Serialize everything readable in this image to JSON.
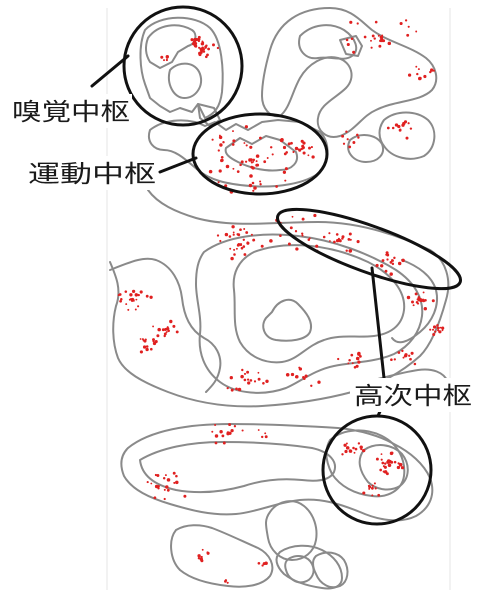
{
  "labels": {
    "olfactory": "嗅覚中枢",
    "motor": "運動中枢",
    "higher": "高次中枢"
  },
  "colors": {
    "dots": "#e02020",
    "outline": "#8a8a8a",
    "ring": "#111111"
  }
}
